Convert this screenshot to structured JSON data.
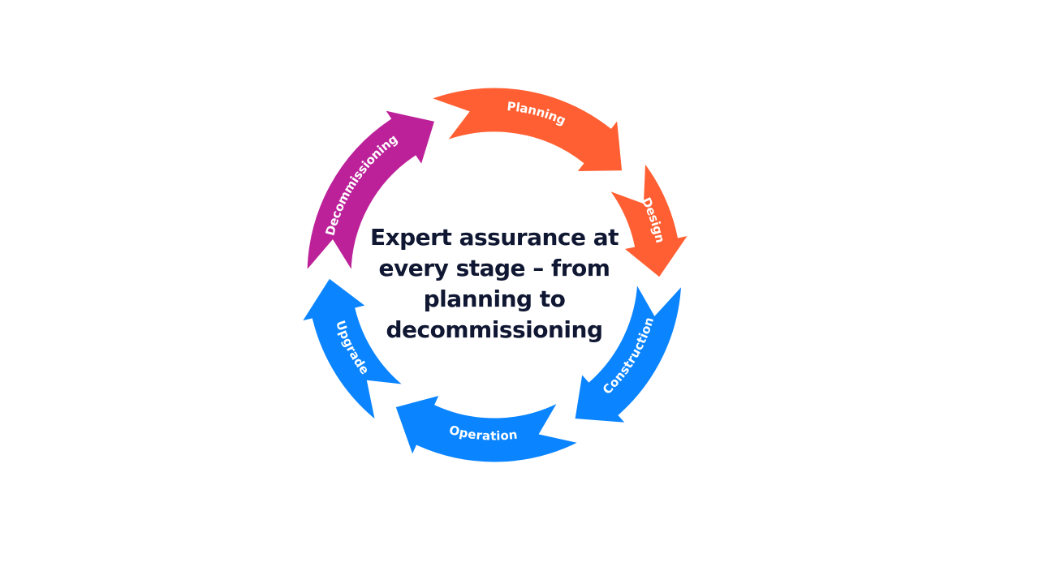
{
  "diagram": {
    "center_text": "Expert assurance at every stage – from planning to decommissioning",
    "stages": [
      {
        "label": "Planning",
        "color": "#FF5F32"
      },
      {
        "label": "Design",
        "color": "#FF5F32"
      },
      {
        "label": "Construction",
        "color": "#0A84FF"
      },
      {
        "label": "Operation",
        "color": "#0A84FF"
      },
      {
        "label": "Upgrade",
        "color": "#0A84FF"
      },
      {
        "label": "Decommissioning",
        "color": "#BC2199"
      }
    ]
  }
}
